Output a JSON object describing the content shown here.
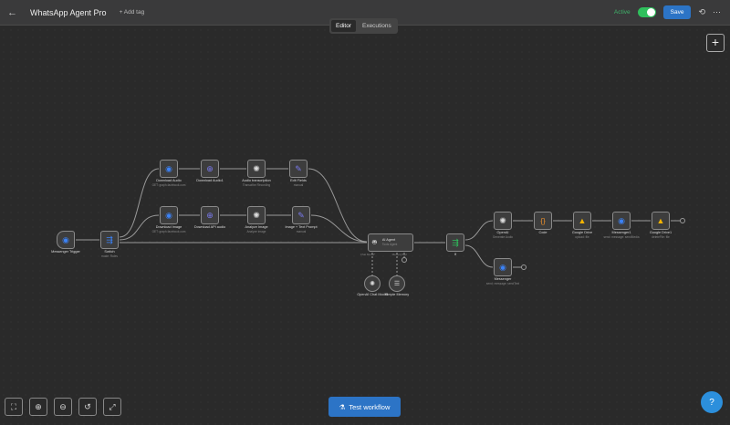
{
  "header": {
    "title": "WhatsApp Agent Pro",
    "add_tag": "+ Add tag",
    "active_label": "Active",
    "save_label": "Save"
  },
  "tabs": [
    {
      "label": "Editor"
    },
    {
      "label": "Executions"
    }
  ],
  "nodes": {
    "messenger_trigger": {
      "label": "Messenger Trigger",
      "sub": ""
    },
    "switch": {
      "label": "Switch",
      "sub": "mode: Rules"
    },
    "download_audio": {
      "label": "Download Audio",
      "sub": "GET: graph.facebook.com"
    },
    "download_audio1": {
      "label": "Download Audio1",
      "sub": ""
    },
    "audio_transcription": {
      "label": "Audio transcription",
      "sub": "Transcribe Recording"
    },
    "edit_fields": {
      "label": "Edit Fields",
      "sub": "manual"
    },
    "download_image": {
      "label": "Download Image",
      "sub": "GET: graph.facebook.com"
    },
    "download_api_audio": {
      "label": "Download API audio",
      "sub": ""
    },
    "analyze_image": {
      "label": "Analyze Image",
      "sub": "Analyze image"
    },
    "image_text_prompt": {
      "label": "Image + Text Prompt",
      "sub": "manual"
    },
    "ai_agent": {
      "label": "AI Agent",
      "sub": "Tools Agent",
      "ports": [
        "Chat Model*",
        "Memory",
        "Tool"
      ]
    },
    "if": {
      "label": "If",
      "sub": ""
    },
    "openai": {
      "label": "OpenAI",
      "sub": "Generate Audio"
    },
    "code": {
      "label": "Code",
      "sub": ""
    },
    "google_drive": {
      "label": "Google Drive",
      "sub": "upload: file"
    },
    "messenger1": {
      "label": "Messenger1",
      "sub": "send: message: sendMedia"
    },
    "google_drive1": {
      "label": "Google Drive1",
      "sub": "deleteFile: file"
    },
    "messenger": {
      "label": "Messenger",
      "sub": "send: message: sendText"
    },
    "openai_chat_model": {
      "label": "OpenAI Chat Model",
      "sub": ""
    },
    "simple_memory": {
      "label": "Simple Memory",
      "sub": ""
    }
  },
  "footer": {
    "test_workflow": "Test workflow"
  },
  "colors": {
    "accent": "#2c74c6",
    "active": "#2fbf5c"
  }
}
